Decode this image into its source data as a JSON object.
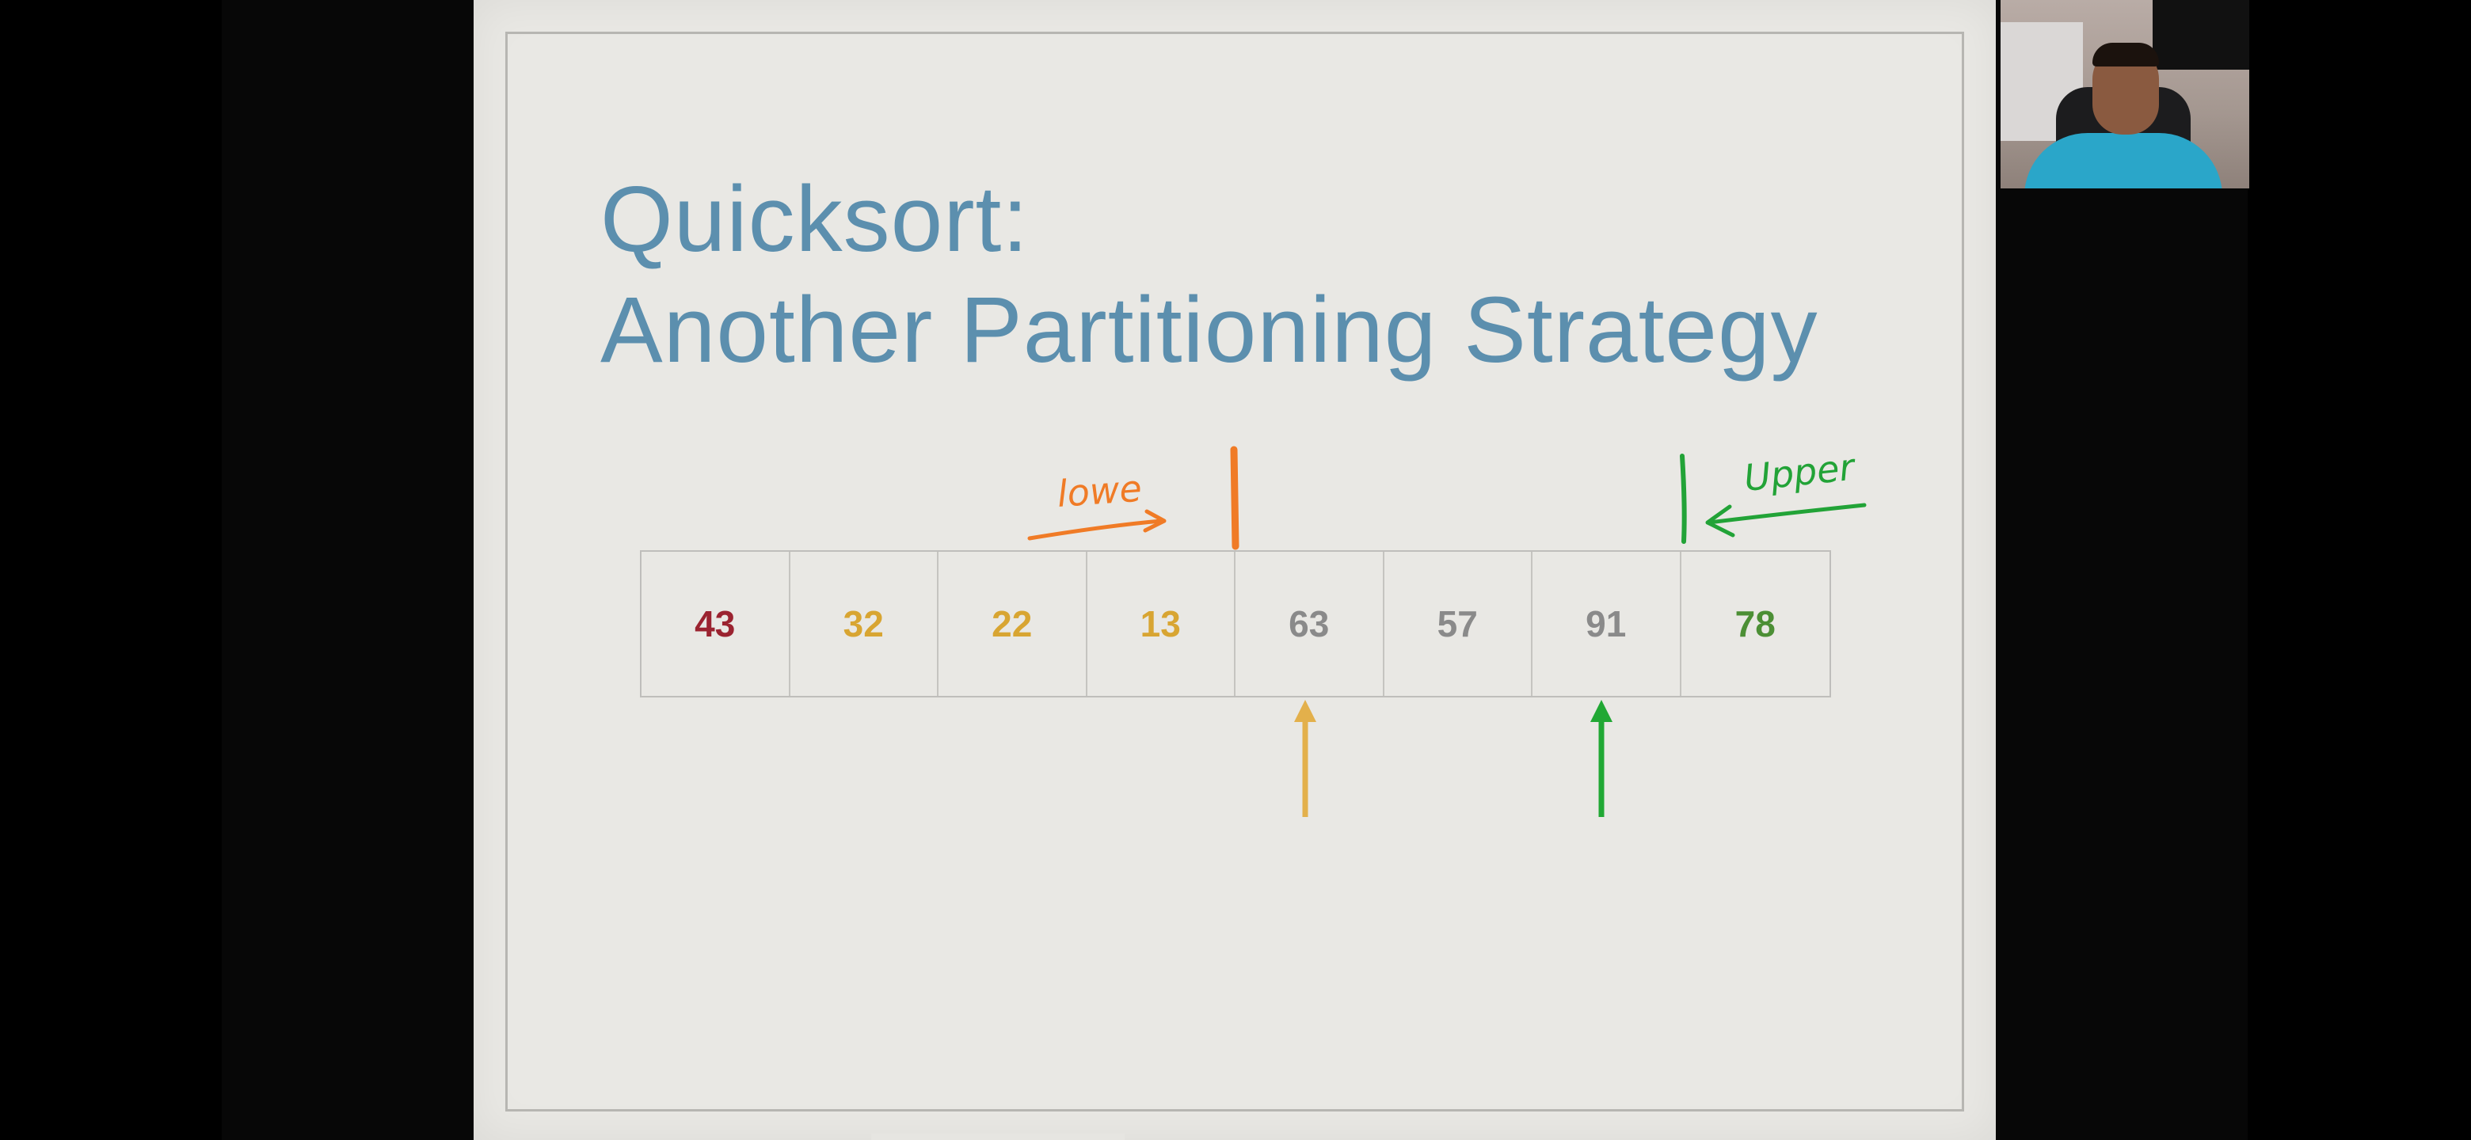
{
  "slide": {
    "title_line1": "Quicksort:",
    "title_line2": "Another Partitioning Strategy",
    "title_color": "#5c8fae"
  },
  "array": {
    "cells": [
      {
        "value": "43",
        "color": "#9b2330"
      },
      {
        "value": "32",
        "color": "#d8a532"
      },
      {
        "value": "22",
        "color": "#d8a532"
      },
      {
        "value": "13",
        "color": "#d8a532"
      },
      {
        "value": "63",
        "color": "#8a8a8a"
      },
      {
        "value": "57",
        "color": "#8a8a8a"
      },
      {
        "value": "91",
        "color": "#8a8a8a"
      },
      {
        "value": "78",
        "color": "#4c8f35"
      }
    ]
  },
  "annotations": {
    "lower_label": "lowe",
    "lower_color": "#f07b26",
    "upper_label": "Upper",
    "upper_color": "#22a337",
    "lower_pointer_color": "#e3b04b",
    "upper_pointer_color": "#21a834"
  },
  "webcam": {
    "icon": "presenter-video-feed"
  }
}
